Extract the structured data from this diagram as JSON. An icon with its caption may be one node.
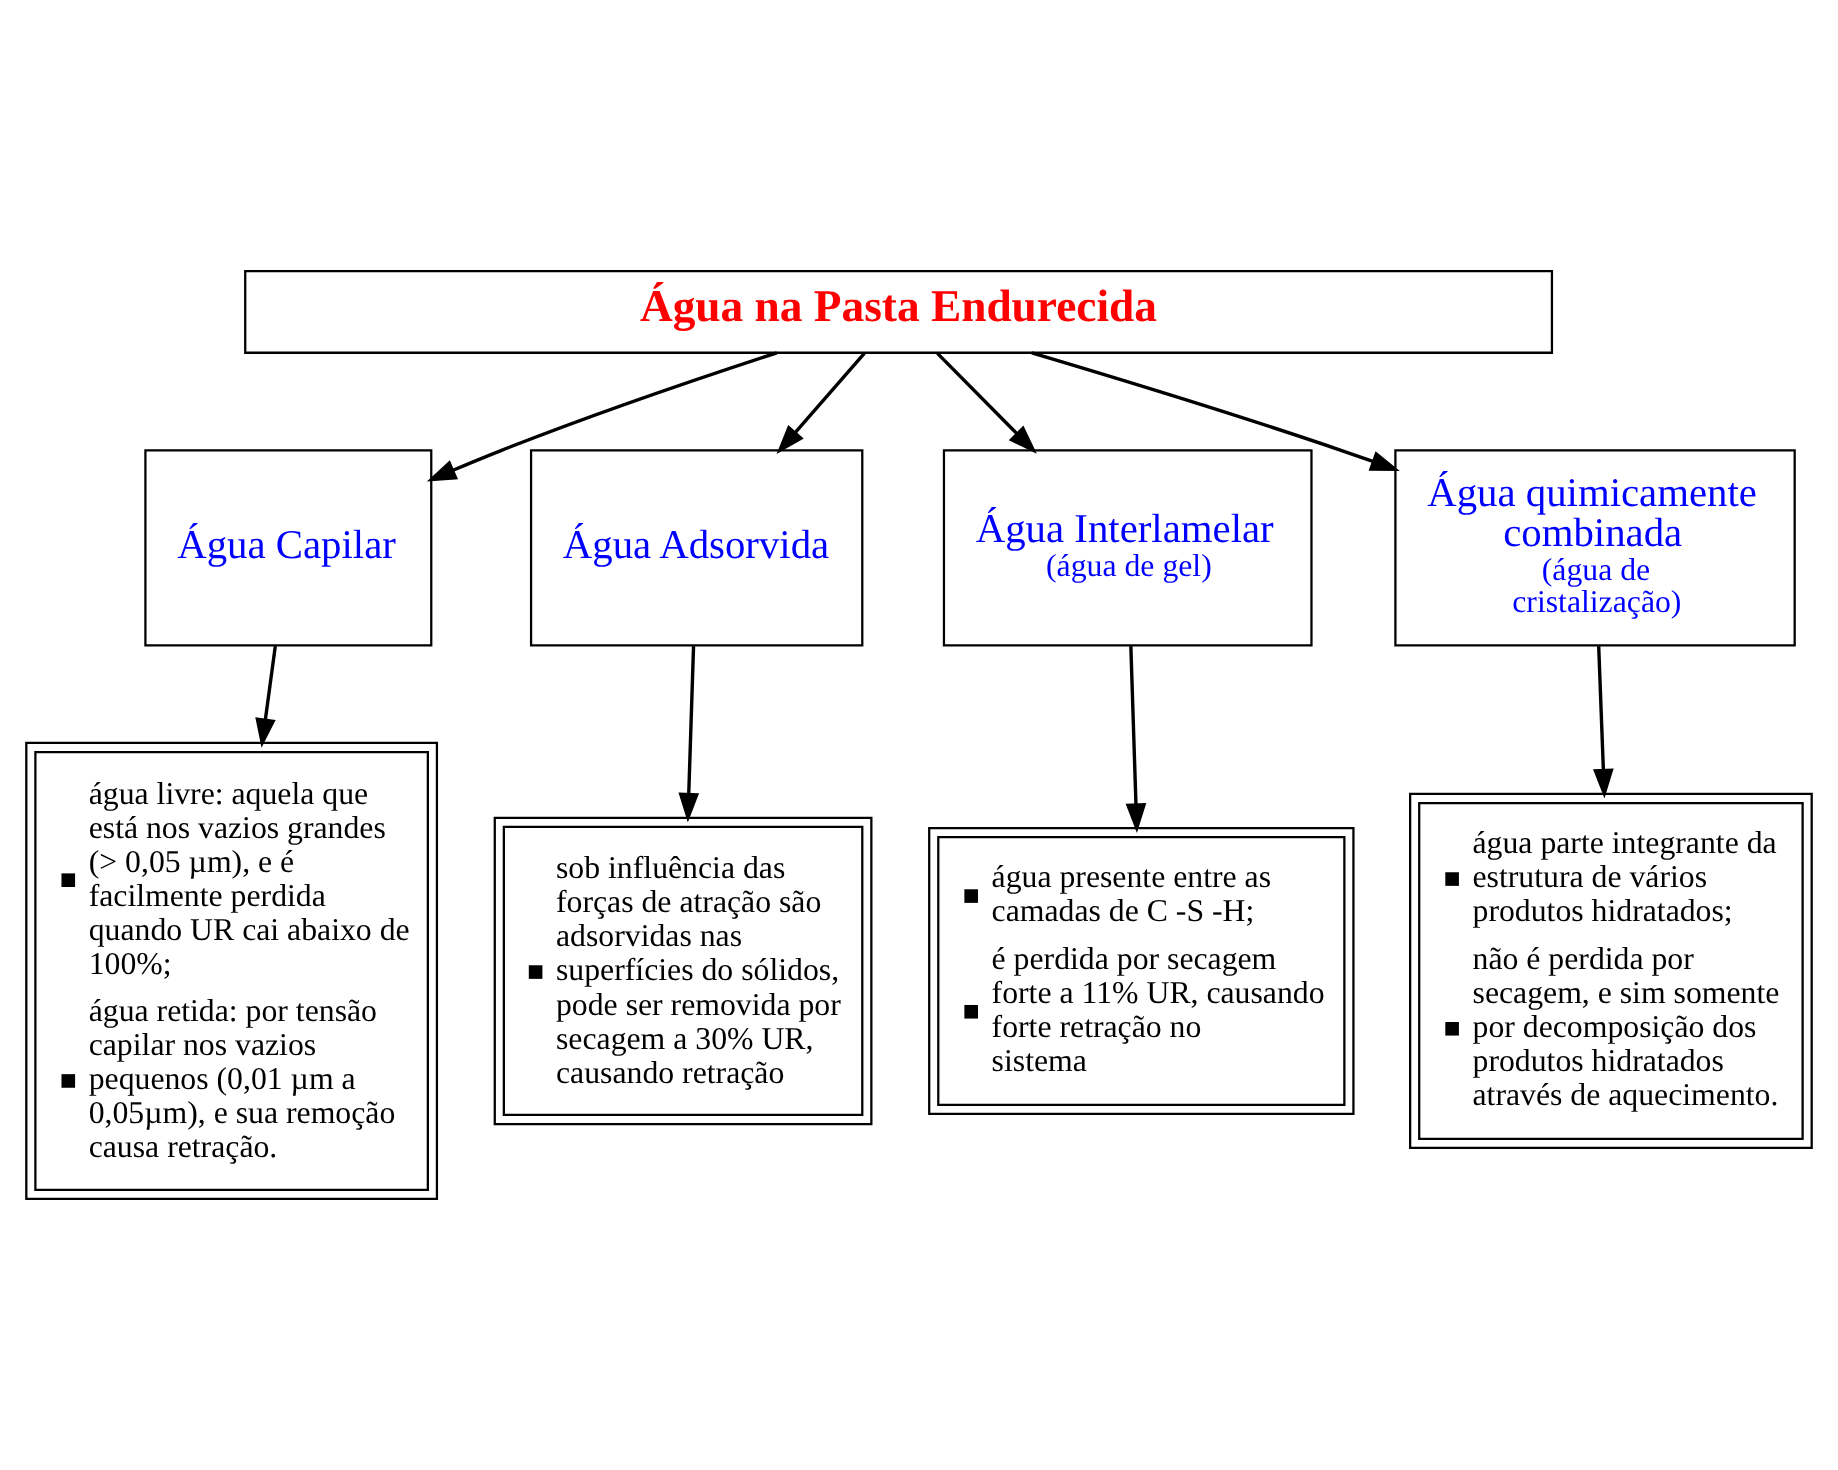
{
  "diagram": {
    "nodes": [
      {
        "text": [
          "Água na Pasta Endurecida"
        ]
      },
      {
        "text": [
          "Água Capilar"
        ]
      },
      {
        "text": [
          "Água Adsorvida"
        ]
      },
      {
        "text": [
          "Água Interlamelar",
          "(água de gel)"
        ]
      },
      {
        "text": [
          "Água quimicamente combinada",
          "(água de cristalização)"
        ]
      },
      {
        "text": [
          "água livre: aquela que está nos vazios grandes (> 0,05 µm), e é facilmente perdida quando UR cai abaixo de 100%;",
          "água retida: por tensão capilar nos vazios pequenos (0,01 µm a 0,05µm), e sua remoção causa retração."
        ]
      },
      {
        "text": [
          "sob influência das forças de atração são adsorvidas nas superfícies do sólidos, pode ser removida por secagem a 30% UR, causando retração"
        ]
      },
      {
        "text": [
          "água presente entre as camadas de C -S -H;",
          "é perdida por secagem forte a 11% UR, causando forte retração no sistema"
        ]
      },
      {
        "text": [
          "água parte integrante da estrutura de vários produtos hidratados;",
          "não é perdida por secagem, e sim somente por decomposição dos produtos hidratados através de aquecimento."
        ]
      }
    ],
    "edges": [
      {
        "from": 0,
        "to": 1,
        "arrow": "to"
      },
      {
        "from": 0,
        "to": 2,
        "arrow": "to"
      },
      {
        "from": 0,
        "to": 3,
        "arrow": "to"
      },
      {
        "from": 0,
        "to": 4,
        "arrow": "to"
      },
      {
        "from": 1,
        "to": 5,
        "arrow": "to"
      },
      {
        "from": 2,
        "to": 6,
        "arrow": "to"
      },
      {
        "from": 3,
        "to": 7,
        "arrow": "to"
      },
      {
        "from": 4,
        "to": 8,
        "arrow": "to"
      }
    ]
  }
}
